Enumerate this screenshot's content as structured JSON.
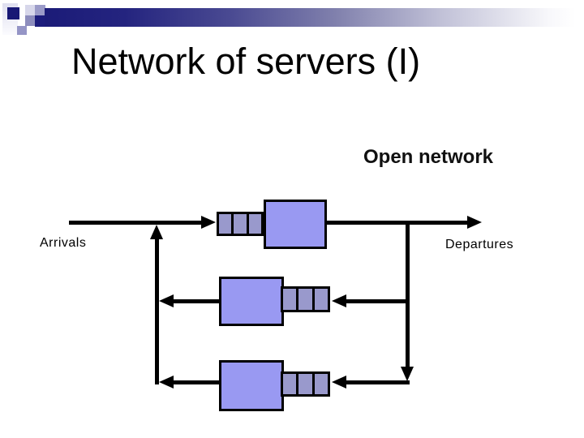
{
  "slide": {
    "title": "Network of servers (I)",
    "subtitle": "Open network",
    "labels": {
      "arrivals": "Arrivals",
      "departures": "Departures"
    }
  },
  "diagram": {
    "type": "open-queueing-network",
    "stations": [
      {
        "id": "station-1",
        "row": "top",
        "flow": "left-to-right",
        "queue_cells": 3
      },
      {
        "id": "station-2",
        "row": "middle",
        "flow": "right-to-left",
        "queue_cells": 3
      },
      {
        "id": "station-3",
        "row": "bottom",
        "flow": "right-to-left",
        "queue_cells": 3
      }
    ],
    "colors": {
      "server_fill": "#9999f2",
      "queue_fill": "#9999cc",
      "line": "#000000",
      "header_navy": "#1b1b78"
    }
  }
}
